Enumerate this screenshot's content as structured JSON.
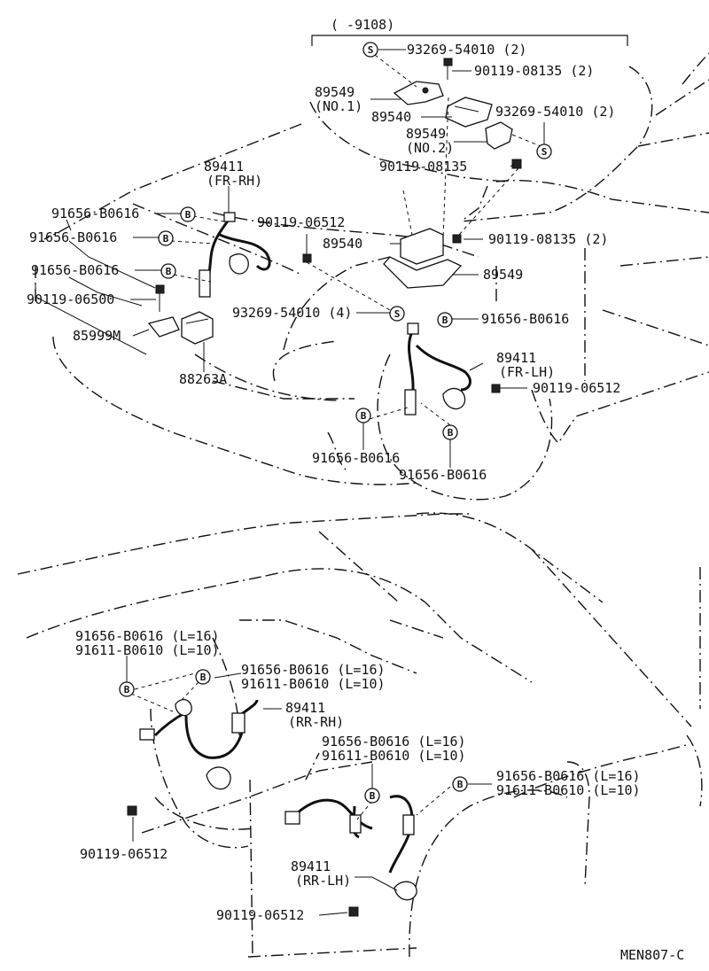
{
  "date_range": "(      -9108)",
  "code": "MEN807-C",
  "badges": {
    "bolt": "B",
    "screw": "S"
  },
  "labels": {
    "bracket_screw_top": "93269-54010 (2)",
    "bolt_top": "90119-08135 (2)",
    "bracket_no1": "89549",
    "bracket_no1_sub": "(NO.1)",
    "computer_top": "89540",
    "screw_right": "93269-54010 (2)",
    "bracket_no2": "89549",
    "bracket_no2_sub": "(NO.2)",
    "bolt_mid": "90119-08135",
    "sensor_fr_rh": "89411",
    "sensor_fr_rh_sub": "(FR-RH)",
    "clamp_a": "91656-B0616",
    "bolt_fr_rh": "90119-06512",
    "clamp_b": "91656-B0616",
    "computer_mid": "89540",
    "bolt_computer": "90119-08135 (2)",
    "clamp_c": "91656-B0616",
    "bracket_mid": "89549",
    "bolt_relay": "90119-06500",
    "screw_four": "93269-54010 (4)",
    "clamp_d": "91656-B0616",
    "bracket_relay": "85999M",
    "sensor_fr_lh": "89411",
    "sensor_fr_lh_sub": "(FR-LH)",
    "bolt_fr_lh": "90119-06512",
    "relay": "88263A",
    "clamp_e": "91656-B0616",
    "clamp_f": "91656-B0616",
    "rr_rh_clamp1": "91656-B0616 (L=16)",
    "rr_rh_clamp1b": "91611-B0610 (L=10)",
    "rr_rh_clamp2": "91656-B0616 (L=16)",
    "rr_rh_clamp2b": "91611-B0610 (L=10)",
    "sensor_rr_rh": "89411",
    "sensor_rr_rh_sub": "(RR-RH)",
    "rr_lh_clamp1": "91656-B0616 (L=16)",
    "rr_lh_clamp1b": "91611-B0610 (L=10)",
    "rr_lh_clamp2": "91656-B0616 (L=16)",
    "rr_lh_clamp2b": "91611-B0610 (L=10)",
    "bolt_rr_rh": "90119-06512",
    "sensor_rr_lh": "89411",
    "sensor_rr_lh_sub": "(RR-LH)",
    "bolt_rr_lh": "90119-06512"
  }
}
